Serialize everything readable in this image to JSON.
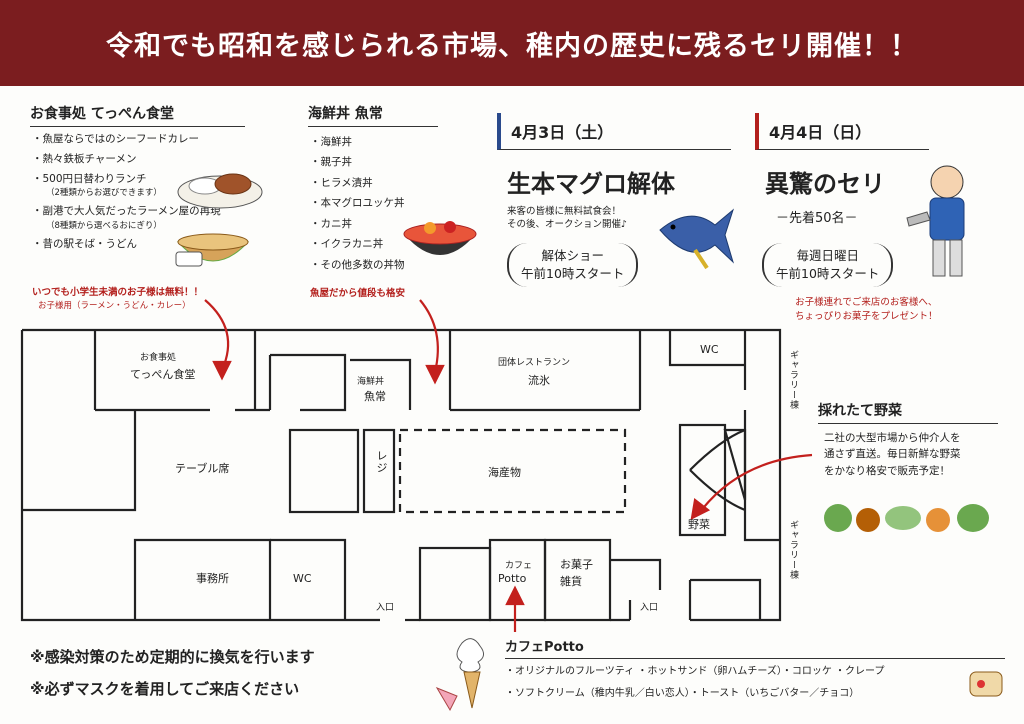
{
  "banner": {
    "title": "令和でも昭和を感じられる市場、稚内の歴史に残るセリ開催！！"
  },
  "teppen": {
    "title": "お食事処 てっぺん食堂",
    "items": [
      {
        "text": "魚屋ならではのシーフードカレー",
        "sub": ""
      },
      {
        "text": "熱々鉄板チャーメン",
        "sub": ""
      },
      {
        "text": "500円日替わりランチ",
        "sub": "（2種類からお選びできます）"
      },
      {
        "text": "副港で大人気だったラーメン屋の再現",
        "sub": "（8種類から選べるおにぎり）"
      },
      {
        "text": "昔の駅そば・うどん",
        "sub": ""
      }
    ],
    "note": "いつでも小学生未満のお子様は無料！！",
    "note_sub": "お子様用（ラーメン・うどん・カレー）"
  },
  "uotsune": {
    "title": "海鮮丼 魚常",
    "items": [
      "海鮮丼",
      "親子丼",
      "ヒラメ漬丼",
      "本マグロユッケ丼",
      "カニ丼",
      "イクラカニ丼",
      "その他多数の丼物"
    ],
    "note": "魚屋だから値段も格安"
  },
  "day1": {
    "date": "4月3日（土）",
    "title": "生本マグロ解体",
    "desc1": "来客の皆様に無料試食会！",
    "desc2": "その後、オークション開催♪",
    "oval1": "解体ショー",
    "oval2": "午前10時スタート"
  },
  "day2": {
    "date": "4月4日（日）",
    "title": "異驚のセリ",
    "sub": "－先着50名－",
    "oval1": "毎週日曜日",
    "oval2": "午前10時スタート",
    "note1": "お子様連れでご来店のお客様へ、",
    "note2": "ちょっぴりお菓子をプレゼント！"
  },
  "floor": {
    "teppen1": "お食事処",
    "teppen2": "てっぺん食堂",
    "uotsune1": "海鮮丼",
    "uotsune2": "魚常",
    "ryuhyo1": "団体レストランン",
    "ryuhyo2": "流氷",
    "wc_top": "WC",
    "gallery": "ギャラリー棟",
    "table": "テーブル席",
    "regi": "レジ",
    "kaisan": "海産物",
    "yasai": "野菜",
    "office": "事務所",
    "wc_bottom": "WC",
    "entrance": "入口",
    "potto1": "カフェ",
    "potto2": "Potto",
    "okashi1": "お菓子",
    "okashi2": "雑貨"
  },
  "veg": {
    "title": "採れたて野菜",
    "line1": "二社の大型市場から仲介人を",
    "line2": "通さず直送。毎日新鮮な野菜",
    "line3": "をかなり格安で販売予定！"
  },
  "notice": {
    "line1": "※感染対策のため定期的に換気を行います",
    "line2": "※必ずマスクを着用してご来店ください"
  },
  "cafe": {
    "title": "カフェPotto",
    "row1": "・オリジナルのフルーツティ ・ホットサンド（卵ハムチーズ）・コロッケ ・クレープ",
    "row2": "・ソフトクリーム（稚内牛乳／白い恋人）・トースト（いちごバター／チョコ）"
  }
}
